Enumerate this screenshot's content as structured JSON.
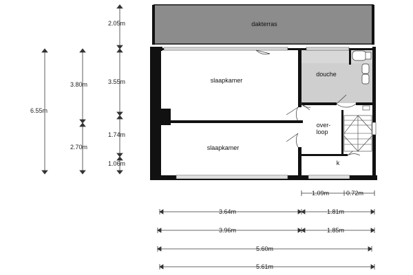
{
  "colors": {
    "wall": "#111111",
    "terrace": "#8c8c8c",
    "wet_room": "#cfcfcf",
    "floor": "#ffffff",
    "dim_line": "#333333"
  },
  "rooms": {
    "dakterras": "dakterras",
    "slaapkamer_1": "slaapkamer",
    "slaapkamer_2": "slaapkamer",
    "douche": "douche",
    "overloop_1": "over-",
    "overloop_2": "loop",
    "kast": "k"
  },
  "dimensions": {
    "vertical_total": "6.55m",
    "vertical_upper": "3.80m",
    "vertical_lower": "2.70m",
    "seg_terrace": "2.05m",
    "seg_room": "3.55m",
    "seg_mid": "1.74m",
    "seg_bottom": "1.06m",
    "top_right_1": "1.09m",
    "top_right_2": "0.72m",
    "row1_left": "3.64m",
    "row1_right": "1.81m",
    "row2_left": "3.96m",
    "row2_right": "1.85m",
    "row3_total": "5.60m",
    "row4_total": "5.61m"
  }
}
